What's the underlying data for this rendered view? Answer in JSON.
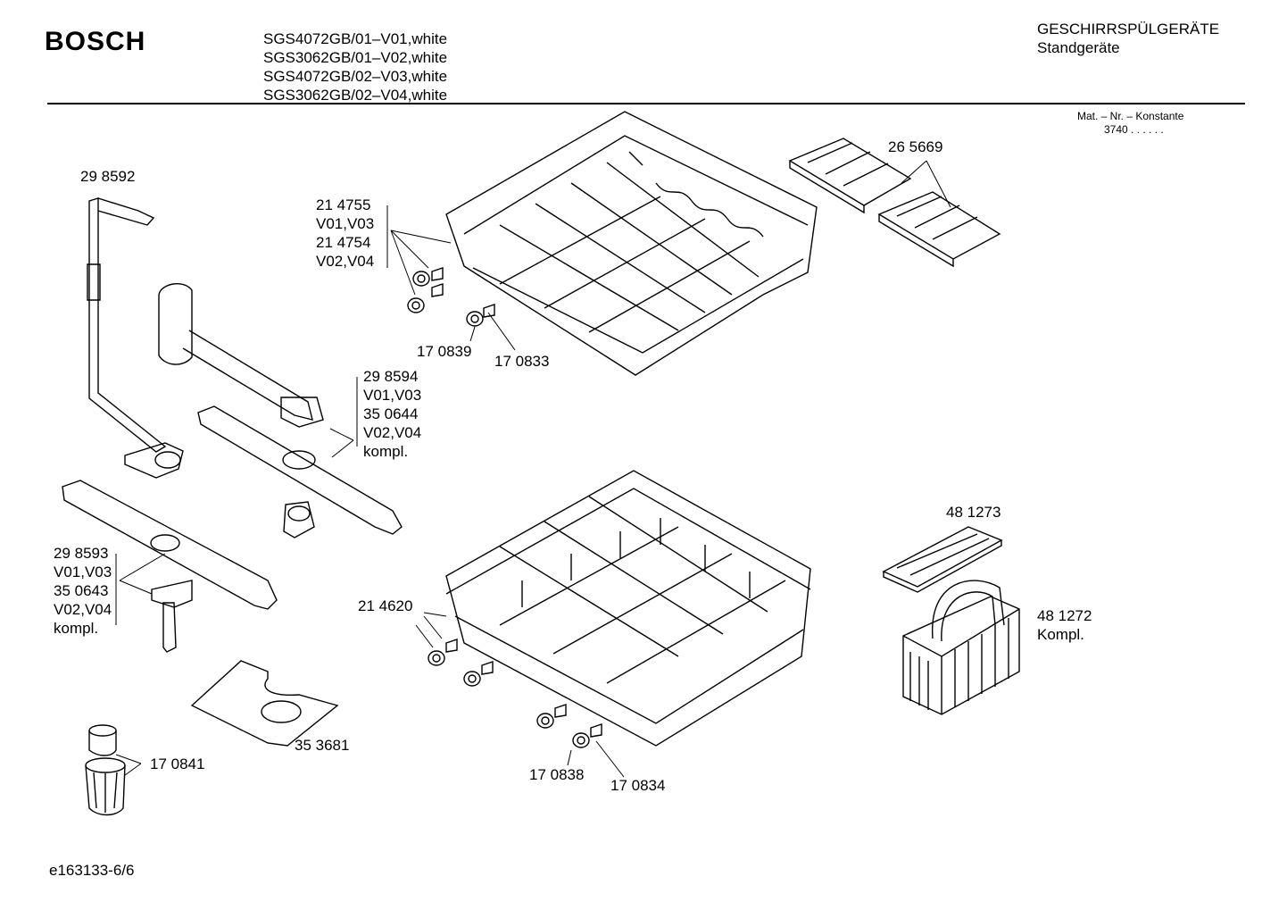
{
  "header": {
    "brand": "BOSCH",
    "models": [
      "SGS4072GB/01–V01,white",
      "SGS3062GB/01–V02,white",
      "SGS4072GB/02–V03,white",
      "SGS3062GB/02–V04,white"
    ],
    "category": "GESCHIRRSPÜLGERÄTE",
    "subcategory": "Standgeräte"
  },
  "mat_nr": {
    "label": "Mat. – Nr. – Konstante",
    "value": "3740 . .  . . . ."
  },
  "parts": {
    "p298592": "29 8592",
    "p214755_group": [
      "21 4755",
      "V01,V03",
      "21 4754",
      "V02,V04"
    ],
    "p265669": "26 5669",
    "p170839": "17 0839",
    "p170833": "17 0833",
    "p298594_group": [
      "29 8594",
      "V01,V03",
      "35 0644",
      "V02,V04",
      "kompl."
    ],
    "p298593_group": [
      "29 8593",
      "V01,V03",
      "35 0643",
      "V02,V04",
      "kompl."
    ],
    "p481273": "48 1273",
    "p481272_group": [
      "48 1272",
      "Kompl."
    ],
    "p214620": "21 4620",
    "p353681": "35 3681",
    "p170841": "17 0841",
    "p170838": "17 0838",
    "p170834": "17 0834"
  },
  "footer": {
    "doc_id": "e163133-6/6"
  }
}
